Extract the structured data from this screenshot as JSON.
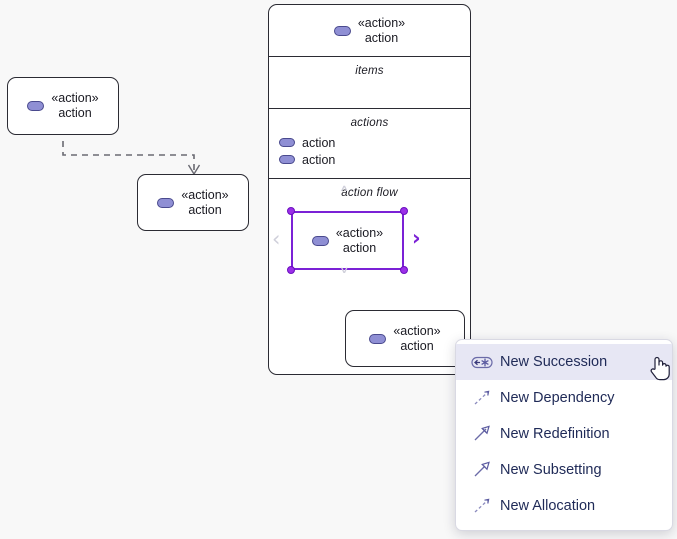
{
  "canvas": {
    "background": "#f8f8f8",
    "accent": "#7b21d6",
    "icon_fill": "#8f8fd4",
    "icon_stroke": "#4a4a8e",
    "border": "#2b2b33"
  },
  "nodes": {
    "left_action": {
      "keyword": "«action»",
      "name": "action"
    },
    "middle_action": {
      "keyword": "«action»",
      "name": "action"
    },
    "container": {
      "header": {
        "keyword": "«action»",
        "name": "action"
      },
      "compartments": [
        {
          "title": "items",
          "rows": []
        },
        {
          "title": "actions",
          "rows": [
            {
              "name": "action"
            },
            {
              "name": "action"
            }
          ]
        },
        {
          "title": "action flow",
          "rows": []
        }
      ],
      "selected_action": {
        "keyword": "«action»",
        "name": "action"
      },
      "flow_target_action": {
        "keyword": "«action»",
        "name": "action"
      }
    }
  },
  "selection": {
    "handles": 4,
    "chevrons": [
      {
        "name": "chevron-left",
        "glyph": "‹",
        "active": false
      },
      {
        "name": "chevron-right",
        "glyph": "›",
        "active": true
      },
      {
        "name": "chevron-up",
        "glyph": "˄",
        "active": false
      },
      {
        "name": "chevron-down",
        "glyph": "˅",
        "active": false
      }
    ]
  },
  "context_menu": {
    "highlighted_index": 0,
    "items": [
      {
        "label": "New Succession",
        "icon": "succession-icon"
      },
      {
        "label": "New Dependency",
        "icon": "dependency-arrow-icon"
      },
      {
        "label": "New Redefinition",
        "icon": "redefinition-arrow-icon"
      },
      {
        "label": "New Subsetting",
        "icon": "subsetting-arrow-icon"
      },
      {
        "label": "New Allocation",
        "icon": "allocation-arrow-icon"
      }
    ]
  },
  "cursor": {
    "type": "pointing-hand"
  }
}
